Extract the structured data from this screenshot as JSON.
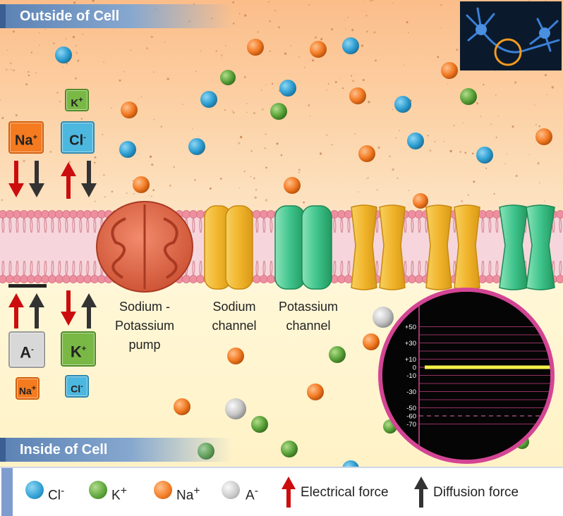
{
  "regions": {
    "outside_title": "Outside of Cell",
    "inside_title": "Inside of Cell"
  },
  "extracellular_ions": {
    "na": "Na",
    "na_charge": "+",
    "cl": "Cl",
    "cl_charge": "-",
    "k": "K",
    "k_charge": "+"
  },
  "intracellular_ions": {
    "a": "A",
    "a_charge": "-",
    "k": "K",
    "k_charge": "+",
    "na": "Na",
    "na_charge": "+",
    "cl": "Cl",
    "cl_charge": "-"
  },
  "proteins": {
    "pump_label": "Sodium -\nPotassium\npump",
    "sodium_label": "Sodium\nchannel",
    "potassium_label": "Potassium\nchannel"
  },
  "voltmeter": {
    "ticks": [
      "+50",
      "+30",
      "+10",
      "0",
      "-10",
      "-30",
      "-50",
      "-60",
      "-70"
    ],
    "trace_value_mv": 0,
    "threshold_mv": -60
  },
  "legend": {
    "cl": "Cl",
    "cl_charge": "-",
    "k": "K",
    "k_charge": "+",
    "na": "Na",
    "na_charge": "+",
    "a": "A",
    "a_charge": "-",
    "electrical": "Electrical force",
    "diffusion": "Diffusion force"
  },
  "colors": {
    "cl": "#2f9fd3",
    "k": "#5ba33a",
    "na": "#f27a23",
    "a": "#c8c8c8",
    "electrical_arrow": "#cc0d0d",
    "diffusion_arrow": "#333333",
    "sodium_channel": "#f1b52c",
    "potassium_channel": "#3fc48d",
    "pump": "#e3694a",
    "voltmeter_ring": "#d34594",
    "trace": "#f5f04a"
  }
}
